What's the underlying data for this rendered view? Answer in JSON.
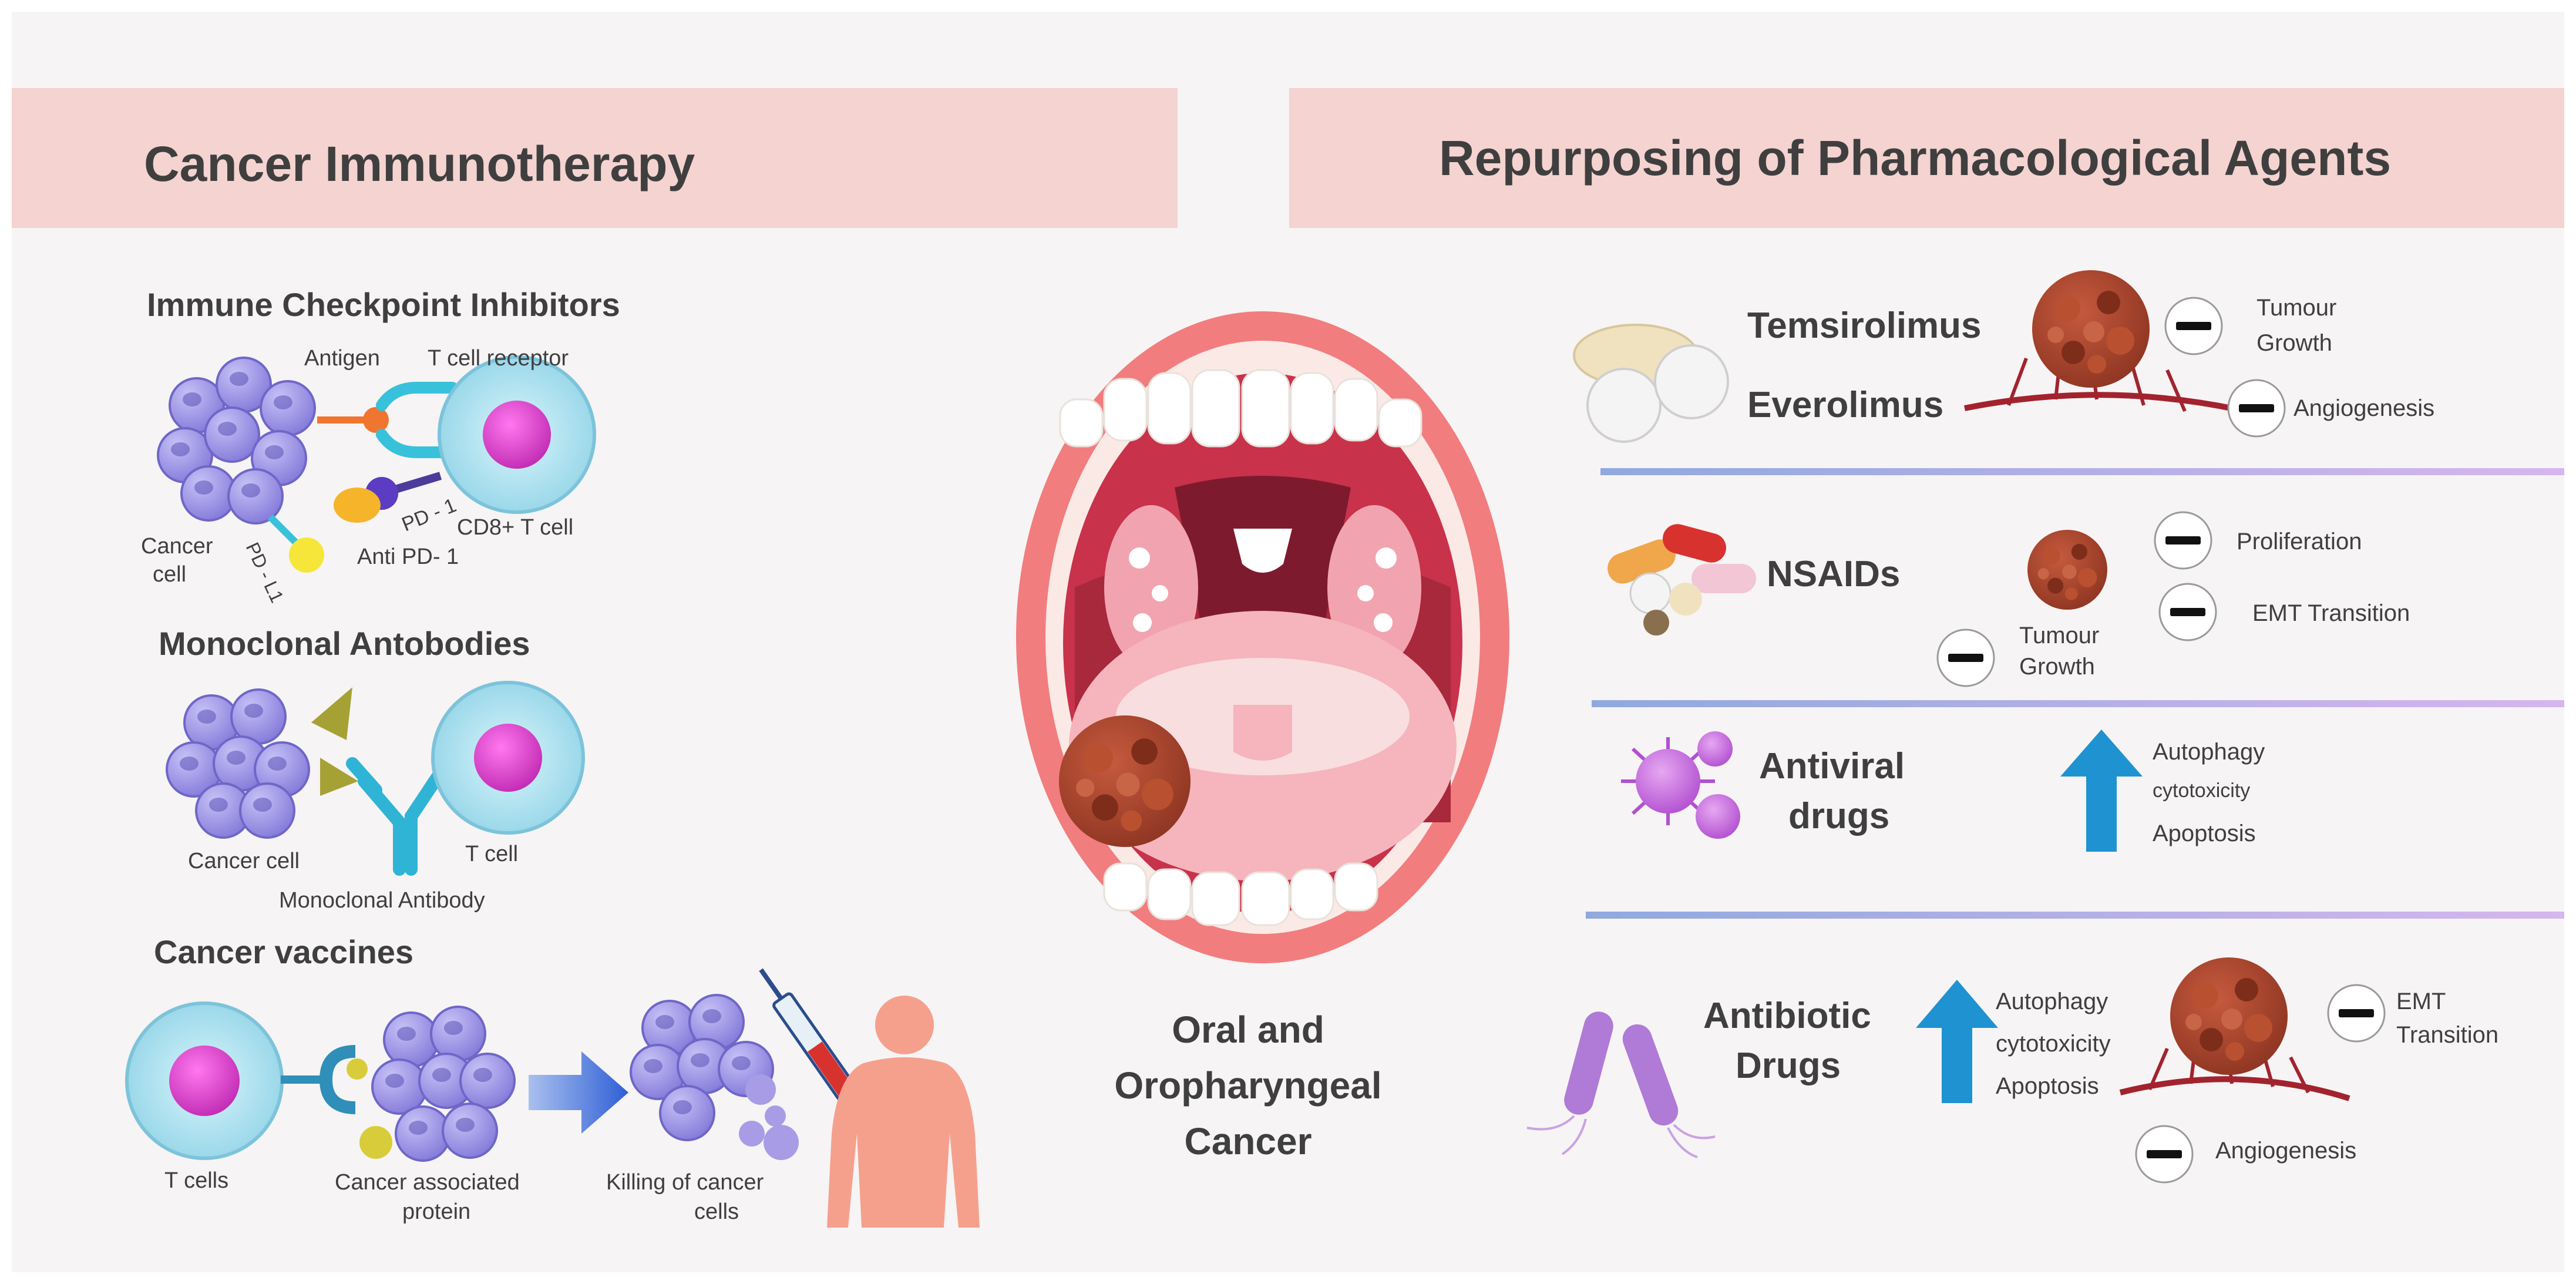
{
  "left_panel": {
    "title": "Cancer Immunotherapy",
    "checkpoint": {
      "heading": "Immune Checkpoint Inhibitors",
      "antigen": "Antigen",
      "tcr": "T cell receptor",
      "cancer_cell_1": "Cancer",
      "cancer_cell_2": "cell",
      "pd1": "PD - 1",
      "pdl1": "PD - L1",
      "cd8": "CD8+ T cell",
      "anti_pd1": "Anti PD- 1"
    },
    "mab": {
      "heading": "Monoclonal Antobodies",
      "cancer_cell": "Cancer cell",
      "t_cell": "T cell",
      "antibody": "Monoclonal Antibody"
    },
    "vaccines": {
      "heading": "Cancer vaccines",
      "t_cells": "T cells",
      "protein_1": "Cancer associated",
      "protein_2": "protein",
      "killing_1": "Killing of cancer",
      "killing_2": "cells"
    }
  },
  "center": {
    "label_1": "Oral and",
    "label_2": "Oropharyngeal",
    "label_3": "Cancer"
  },
  "right_panel": {
    "title": "Repurposing of Pharmacological Agents",
    "row1": {
      "drug_1": "Temsirolimus",
      "drug_2": "Everolimus",
      "effect_1a": "Tumour",
      "effect_1b": "Growth",
      "effect_2": "Angiogenesis"
    },
    "row2": {
      "drug": "NSAIDs",
      "effect_1": "Proliferation",
      "effect_2": "EMT Transition",
      "effect_3a": "Tumour",
      "effect_3b": "Growth"
    },
    "row3": {
      "drug_1": "Antiviral",
      "drug_2": "drugs",
      "effect_1": "Autophagy",
      "effect_2": "cytotoxicity",
      "effect_3": "Apoptosis"
    },
    "row4": {
      "drug_1": "Antibiotic",
      "drug_2": "Drugs",
      "effect_1": "Autophagy",
      "effect_2": "cytotoxicity",
      "effect_3": "Apoptosis",
      "effect_4a": "EMT",
      "effect_4b": "Transition",
      "effect_5": "Angiogenesis"
    }
  },
  "colors": {
    "header_bg": "#f4d3d0",
    "panel_bg": "#f6f4f4",
    "heading_text": "#3f3f3f",
    "tumor": "#a7402a",
    "cancer_cell": "#9c94e6",
    "t_cell": "#aee3ef",
    "t_cell_nucleus": "#d23fc4",
    "arrow_up": "#1f93d1",
    "divider": "#b3b4e8"
  }
}
